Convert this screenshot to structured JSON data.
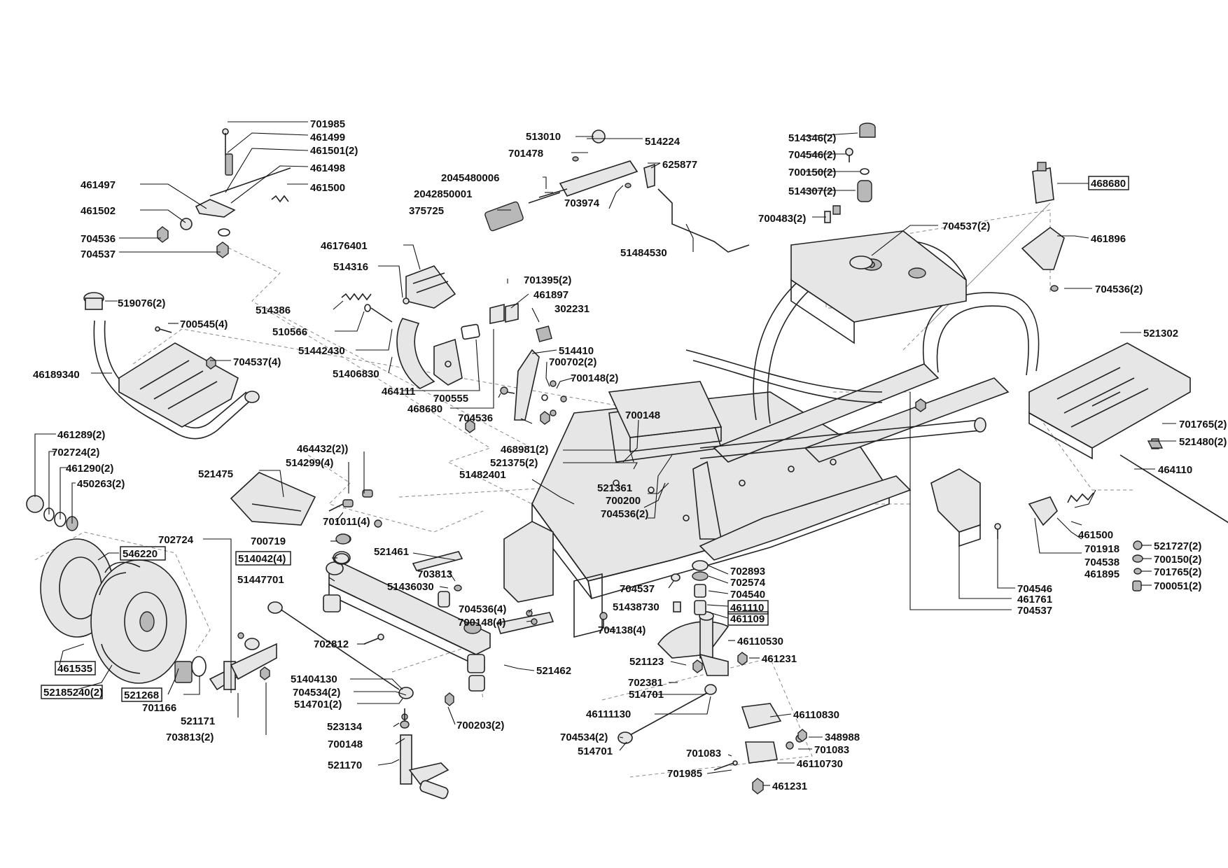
{
  "parts": [
    {
      "text": "701985"
    },
    {
      "text": "461499"
    },
    {
      "text": "461501(2)"
    },
    {
      "text": "461498"
    },
    {
      "text": "461497"
    },
    {
      "text": "461500"
    },
    {
      "text": "461502"
    },
    {
      "text": "704536"
    },
    {
      "text": "704537"
    },
    {
      "text": "519076(2)"
    },
    {
      "text": "700545(4)"
    },
    {
      "text": "704537(4)"
    },
    {
      "text": "46189340"
    },
    {
      "text": "461289(2)"
    },
    {
      "text": "702724(2)"
    },
    {
      "text": "461290(2)"
    },
    {
      "text": "450263(2)"
    },
    {
      "text": "546220",
      "boxed": true
    },
    {
      "text": "461535",
      "boxed": true
    },
    {
      "text": "52185240(2)",
      "boxed": true
    },
    {
      "text": "521268",
      "boxed": true
    },
    {
      "text": "702724"
    },
    {
      "text": "701166"
    },
    {
      "text": "521171"
    },
    {
      "text": "703813(2)"
    },
    {
      "text": "513010"
    },
    {
      "text": "514224"
    },
    {
      "text": "701478"
    },
    {
      "text": "625877"
    },
    {
      "text": "2045480006"
    },
    {
      "text": "2042850001"
    },
    {
      "text": "703974"
    },
    {
      "text": "375725"
    },
    {
      "text": "51484530"
    },
    {
      "text": "46176401"
    },
    {
      "text": "514316"
    },
    {
      "text": "514386"
    },
    {
      "text": "510566"
    },
    {
      "text": "51442430"
    },
    {
      "text": "51406830"
    },
    {
      "text": "464111"
    },
    {
      "text": "468680"
    },
    {
      "text": "701395(2)"
    },
    {
      "text": "461897"
    },
    {
      "text": "302231"
    },
    {
      "text": "514410"
    },
    {
      "text": "700702(2)"
    },
    {
      "text": "700148(2)"
    },
    {
      "text": "700555"
    },
    {
      "text": "704536"
    },
    {
      "text": "700148"
    },
    {
      "text": "468981(2)"
    },
    {
      "text": "521375(2)"
    },
    {
      "text": "51482401"
    },
    {
      "text": "521361"
    },
    {
      "text": "700200"
    },
    {
      "text": "704536(2)"
    },
    {
      "text": "464432(2))"
    },
    {
      "text": "514299(4)"
    },
    {
      "text": "521475"
    },
    {
      "text": "701011(4)"
    },
    {
      "text": "700719"
    },
    {
      "text": "514042(4)",
      "boxed": true
    },
    {
      "text": "521461"
    },
    {
      "text": "51447701"
    },
    {
      "text": "703813"
    },
    {
      "text": "51436030"
    },
    {
      "text": "704536(4)"
    },
    {
      "text": "700148(4)"
    },
    {
      "text": "521462"
    },
    {
      "text": "702812"
    },
    {
      "text": "51404130"
    },
    {
      "text": "704534(2)"
    },
    {
      "text": "514701(2)"
    },
    {
      "text": "700203(2)"
    },
    {
      "text": "523134"
    },
    {
      "text": "700148"
    },
    {
      "text": "521170"
    },
    {
      "text": "514346(2)"
    },
    {
      "text": "704546(2)"
    },
    {
      "text": "700150(2)"
    },
    {
      "text": "514307(2)"
    },
    {
      "text": "700483(2)"
    },
    {
      "text": "704537(2)"
    },
    {
      "text": "468680",
      "boxed": true
    },
    {
      "text": "461896"
    },
    {
      "text": "704536(2)"
    },
    {
      "text": "521302"
    },
    {
      "text": "701765(2)"
    },
    {
      "text": "521480(2)"
    },
    {
      "text": "464110"
    },
    {
      "text": "461500"
    },
    {
      "text": "701918"
    },
    {
      "text": "704538"
    },
    {
      "text": "461895"
    },
    {
      "text": "704546"
    },
    {
      "text": "461761"
    },
    {
      "text": "704537"
    },
    {
      "text": "521727(2)"
    },
    {
      "text": "700150(2)"
    },
    {
      "text": "701765(2)"
    },
    {
      "text": "700051(2)"
    },
    {
      "text": "702893"
    },
    {
      "text": "702574"
    },
    {
      "text": "704540"
    },
    {
      "text": "461110",
      "boxed": true
    },
    {
      "text": "461109",
      "boxed": true
    },
    {
      "text": "704537"
    },
    {
      "text": "51438730"
    },
    {
      "text": "704138(4)"
    },
    {
      "text": "46110530"
    },
    {
      "text": "521123"
    },
    {
      "text": "461231"
    },
    {
      "text": "702381"
    },
    {
      "text": "514701"
    },
    {
      "text": "46111130"
    },
    {
      "text": "704534(2)"
    },
    {
      "text": "514701"
    },
    {
      "text": "46110830"
    },
    {
      "text": "348988"
    },
    {
      "text": "701083"
    },
    {
      "text": "701083"
    },
    {
      "text": "46110730"
    },
    {
      "text": "701985"
    },
    {
      "text": "461231"
    }
  ]
}
